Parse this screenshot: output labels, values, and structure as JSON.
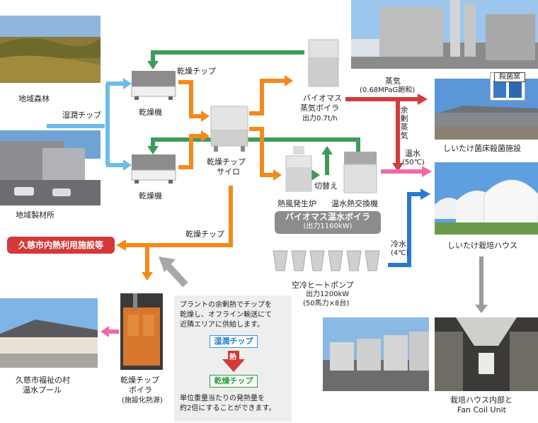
{
  "labels": {
    "forest": "地域森林",
    "sawmill": "地域製材所",
    "wet_chip": "湿潤チップ",
    "dry_chip_1": "乾燥チップ",
    "dry_chip_2": "乾燥チップ",
    "dryer_top": "乾燥機",
    "dryer_bottom": "乾燥機",
    "silo_line1": "乾燥チップ",
    "silo_line2": "サイロ",
    "steam_boiler_line1": "バイオマス",
    "steam_boiler_line2": "蒸気ボイラ",
    "steam_boiler_output": "出力0.7t/h",
    "steam": "蒸気",
    "steam_spec": "(0.68MPaG飽和)",
    "surplus_steam": "余剰蒸気",
    "sterilizer": "殺菌窯",
    "sterilization_facility": "しいたけ菌床殺菌施設",
    "hot_water": "温水",
    "hot_water_temp": "(50℃)",
    "switch": "切替え",
    "hot_air_furnace": "熱風発生炉",
    "heat_exchanger": "温水熱交換機",
    "hot_water_boiler": "バイオマス温水ボイラ",
    "hot_water_boiler_output": "(出力1160kW)",
    "cold_water": "冷水",
    "cold_water_temp": "(4℃)",
    "cultivation_house": "しいたけ栽培ハウス",
    "city_facilities": "久慈市内熱利用施設等",
    "heat_pump": "空冷ヒートポンプ",
    "heat_pump_output1": "出力1200kW",
    "heat_pump_output2": "(50馬力×8台)",
    "pool_line1": "久慈市福祉の村",
    "pool_line2": "温水プール",
    "chip_boiler_line1": "乾燥チップ",
    "chip_boiler_line2": "ボイラ",
    "chip_boiler_note": "(施設化熱源)",
    "house_inside_line1": "栽培ハウス内部と",
    "house_inside_line2": "Fan Coil Unit"
  },
  "note": {
    "line1": "プラントの余剰熱でチップを",
    "line2": "乾燥し、オフライン輸送にて",
    "line3": "近隣エリアに供給します。",
    "wet_chip": "湿潤チップ",
    "heat": "熱",
    "dry_chip": "乾燥チップ",
    "footer1": "単位重量当たりの発熱量を",
    "footer2": "約2倍にすることができます。"
  },
  "colors": {
    "wet_chip_flow": "#6cbce8",
    "dry_chip_flow": "#f28a1e",
    "exhaust_flow": "#3f9a5a",
    "steam_flow": "#d23c3c",
    "hot_water_flow": "#f06aa8",
    "cold_water_flow": "#2878d4",
    "machine_gray": "#9a9a9a",
    "badge_red": "#d53838",
    "badge_gray": "#8c8c8c"
  }
}
